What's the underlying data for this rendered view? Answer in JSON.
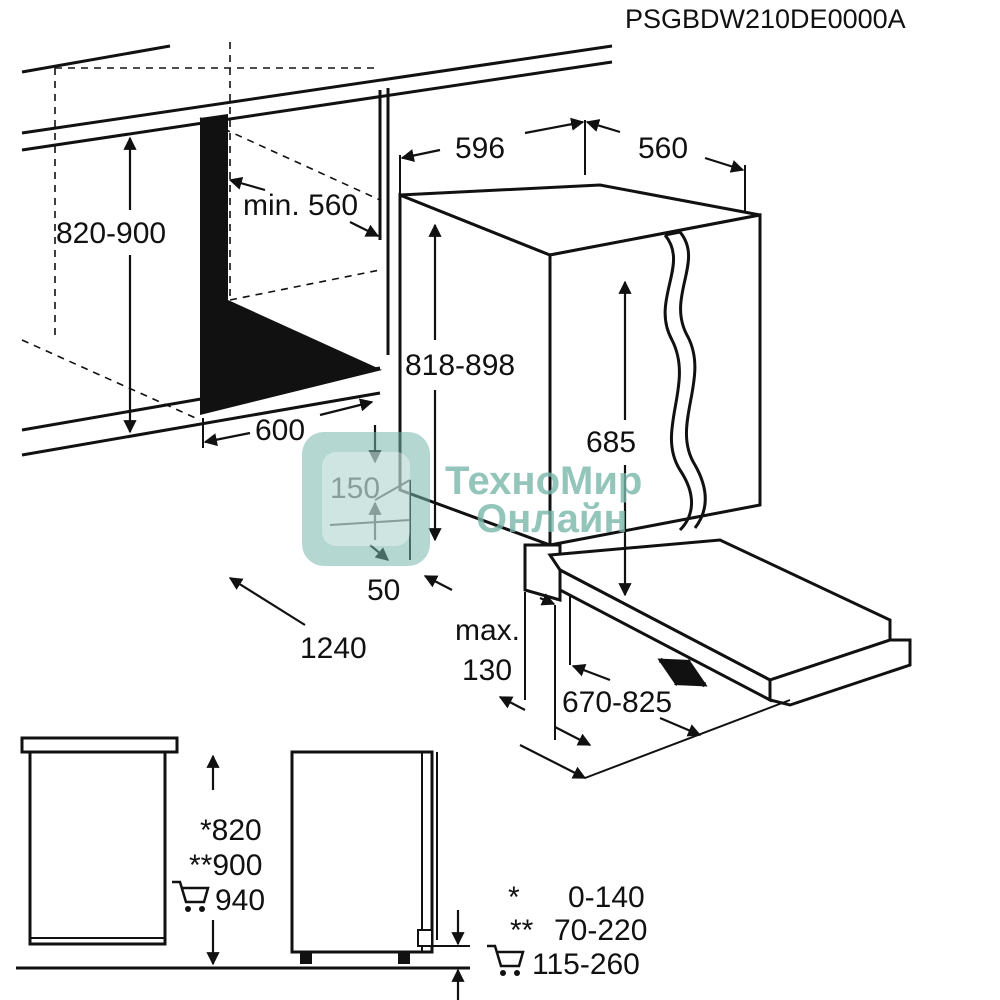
{
  "model_code": "PSGBDW210DE0000A",
  "colors": {
    "ink": "#111111",
    "watermark": "#79b7ab"
  },
  "dimensions": {
    "appliance_width": "596",
    "appliance_depth": "560",
    "niche_min_depth": "min. 560",
    "niche_height": "820-900",
    "niche_width": "600",
    "appliance_height": "818-898",
    "door_height": "685",
    "inlet_height": "150",
    "inlet_offset": "50",
    "total_span": "1240",
    "plinth_max_label": "max.",
    "plinth_max_value": "130",
    "door_travel": "670-825"
  },
  "side_view": {
    "heights": [
      "*820",
      "**900",
      "940"
    ],
    "plinth_legend": [
      {
        "mark": "*",
        "value": "0-140"
      },
      {
        "mark": "**",
        "value": "70-220"
      },
      {
        "mark": "",
        "value": "115-260"
      }
    ],
    "cart_icon": "shopping-cart-icon"
  },
  "watermark": {
    "line1": "ТехноМир",
    "line2": "Онлайн"
  }
}
